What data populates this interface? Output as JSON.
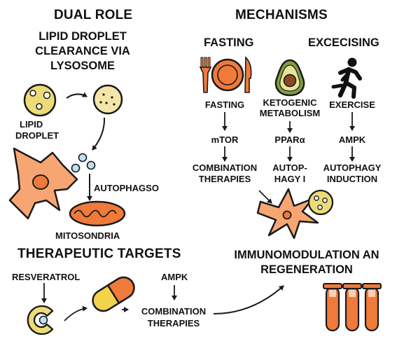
{
  "sections": {
    "dual_role": "DUAL ROLE",
    "mechanisms": "MECHANISMS",
    "therapeutic_targets": "THERAPEUTIC TARGETS",
    "immunomodulation": [
      "IMMUNOMODULATION AN",
      "REGENERATION"
    ]
  },
  "lipid": {
    "title": [
      "LIPID DROPLET",
      "CLEARANCE VIA",
      "LYSOSOME"
    ],
    "droplet_label": [
      "LIPID",
      "DROPLET"
    ],
    "autophago_label": "AUTOPHAGSO",
    "mito_label": "MITOSONDRIA"
  },
  "mechanisms": {
    "fasting_header": "FASTING",
    "exercising_header": "EXCECISING",
    "fasting_col": [
      "FASTING",
      "mTOR",
      "COMBINATION",
      "THERAPIES"
    ],
    "keto_col": [
      "KETOGENIC",
      "METABOLISM",
      "PPARα",
      "AUTOP-",
      "HAGY I"
    ],
    "exercise_col": [
      "EXERCISE",
      "AMPK",
      "AUTOPHAGY",
      "INDUCTION"
    ]
  },
  "therapeutic": {
    "resveratrol": "RESVERATROL",
    "ampk": "AMPK",
    "combination": [
      "COMBINATION",
      "THERAPIES"
    ]
  },
  "colors": {
    "orange": "#f07a3a",
    "cell": "#f7a673",
    "yellow_droplet": "#ecdc78",
    "blue_vesicle": "#bfe0f2",
    "avocado": "#7fa03c",
    "stroke": "#1a1a1a"
  },
  "icons": [
    "fork-icon",
    "plate-icon",
    "knife-icon",
    "avocado-icon",
    "runner-icon",
    "pill-icon",
    "test-tubes-icon",
    "cell-icon",
    "mitochondria-icon"
  ]
}
